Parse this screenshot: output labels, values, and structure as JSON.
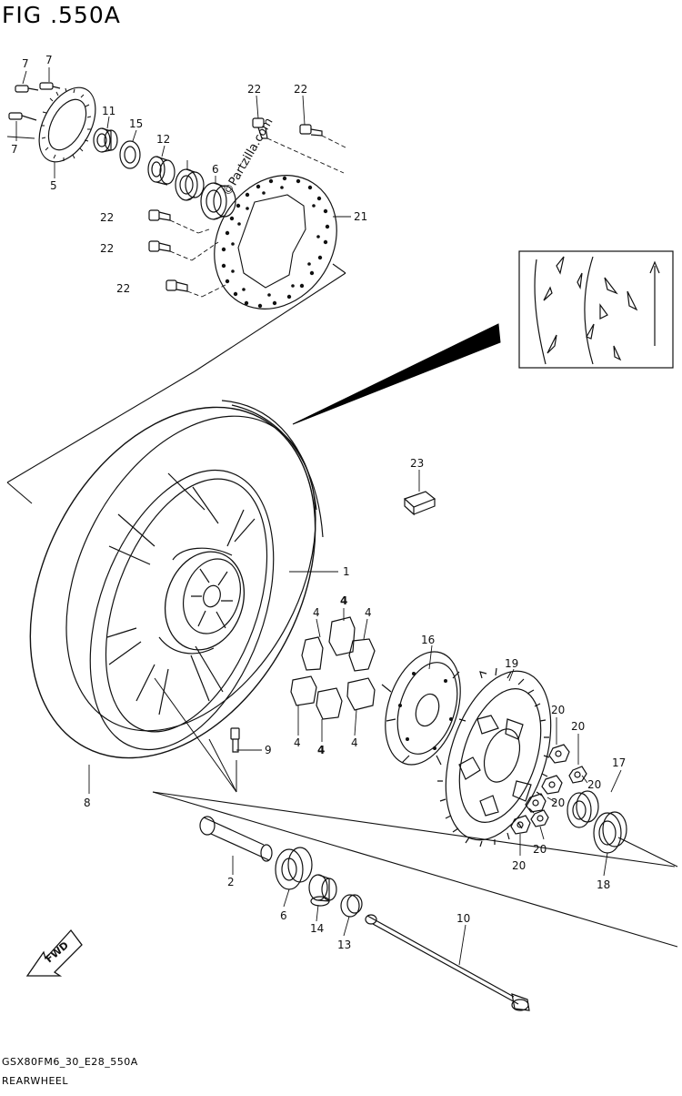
{
  "figure": {
    "title": "FIG .550A",
    "model_code": "GSX80FM6_30_E28_550A",
    "section_name": "REARWHEEL",
    "watermark": "©Partzilla.com",
    "fwd_label": "FWD"
  },
  "callouts": {
    "c1": "1",
    "c2": "2",
    "c4a": "4",
    "c4b": "4",
    "c4c": "4",
    "c4d": "4",
    "c4e": "4",
    "c4f": "4",
    "c5": "5",
    "c6a": "6",
    "c6b": "6",
    "c7a": "7",
    "c7b": "7",
    "c7c": "7",
    "c8": "8",
    "c9": "9",
    "c10": "10",
    "c11": "11",
    "c12": "12",
    "c13": "13",
    "c14": "14",
    "c15": "15",
    "c16": "16",
    "c17": "17",
    "c18": "18",
    "c19": "19",
    "c20a": "20",
    "c20b": "20",
    "c20c": "20",
    "c20d": "20",
    "c20e": "20",
    "c20f": "20",
    "c21": "21",
    "c22a": "22",
    "c22b": "22",
    "c22c": "22",
    "c22d": "22",
    "c22e": "22",
    "c23": "23"
  },
  "colors": {
    "line": "#111111",
    "fill": "#ffffff",
    "arrow": "#000000"
  }
}
